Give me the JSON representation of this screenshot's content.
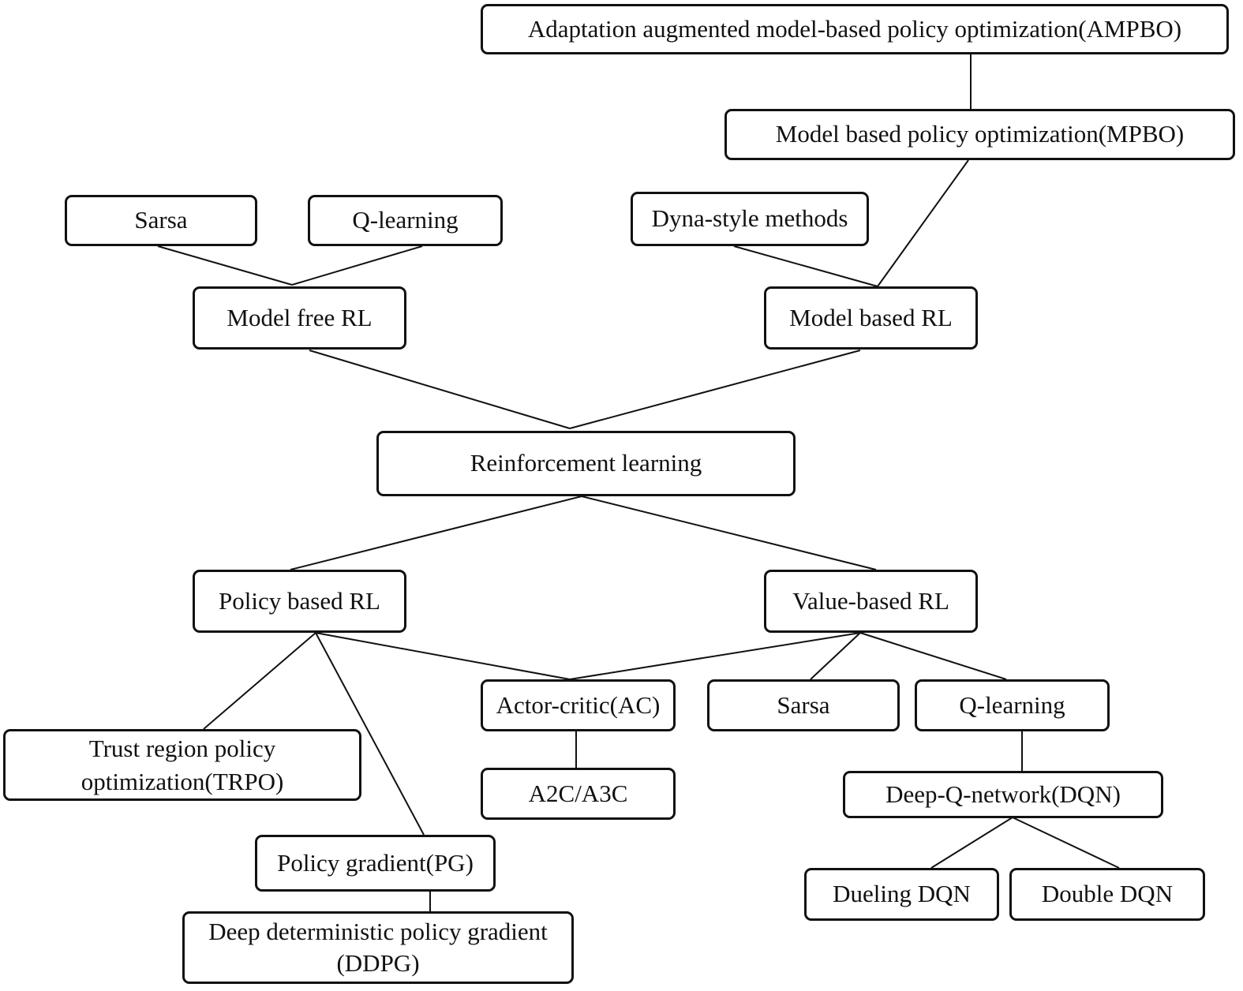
{
  "nodes": {
    "ampbo": "Adaptation augmented model-based policy optimization(AMPBO)",
    "mpbo": "Model based policy optimization(MPBO)",
    "sarsa_top": "Sarsa",
    "qlearning_top": "Q-learning",
    "dyna": "Dyna-style methods",
    "model_free": "Model free RL",
    "model_based": "Model based RL",
    "rl": "Reinforcement learning",
    "policy_based": "Policy based RL",
    "value_based": "Value-based RL",
    "actor_critic": "Actor-critic(AC)",
    "sarsa_bottom": "Sarsa",
    "qlearning_bottom": "Q-learning",
    "trpo_line1": "Trust region policy",
    "trpo_line2": "optimization(TRPO)",
    "a2c_a3c": "A2C/A3C",
    "dqn": "Deep-Q-network(DQN)",
    "pg": "Policy gradient(PG)",
    "dueling_dqn": "Dueling DQN",
    "double_dqn": "Double DQN",
    "ddpg_line1": "Deep deterministic policy gradient",
    "ddpg_line2": "(DDPG)"
  }
}
